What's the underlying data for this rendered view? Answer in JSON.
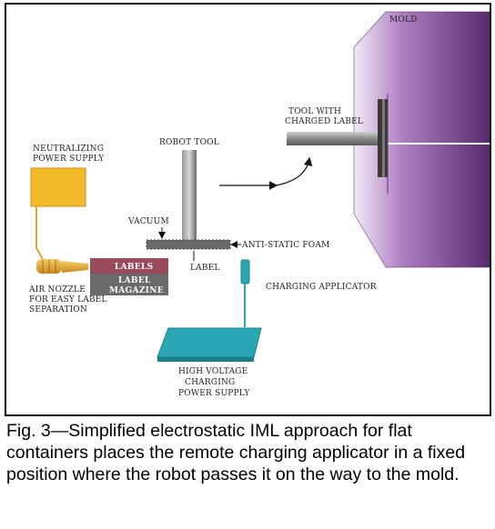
{
  "diagram": {
    "labels": {
      "mold": "MOLD",
      "tool_with_charged_label_1": "TOOL WITH",
      "tool_with_charged_label_2": "CHARGED LABEL",
      "robot_tool": "ROBOT TOOL",
      "neutralizing_1": "NEUTRALIZING",
      "neutralizing_2": "POWER SUPPLY",
      "vacuum": "VACUUM",
      "anti_static_foam": "ANTI-STATIC FOAM",
      "label": "LABEL",
      "charging_applicator": "CHARGING APPLICATOR",
      "labels_box": "LABELS",
      "label_magazine_1": "LABEL",
      "label_magazine_2": "MAGAZINE",
      "air_nozzle_1": "AIR NOZZLE",
      "air_nozzle_2": "FOR EASY LABEL",
      "air_nozzle_3": "SEPARATION",
      "high_voltage_1": "HIGH VOLTAGE",
      "high_voltage_2": "CHARGING",
      "high_voltage_3": "POWER SUPPLY"
    },
    "colors": {
      "mold_dark": "#5a2a6e",
      "mold_light": "#f3eaf6",
      "neutralizing_supply": "#f2b92a",
      "nozzle": "#e5a72a",
      "labels_box": "#9a4b5b",
      "magazine_box": "#6a6a6a",
      "charging": "#2aa7b2",
      "robot_tool": "#707070"
    }
  },
  "caption": {
    "text": "Fig. 3—Simplified electrostatic IML approach for flat containers places the remote charging applicator in a fixed position where the robot passes it on the way to the mold."
  }
}
